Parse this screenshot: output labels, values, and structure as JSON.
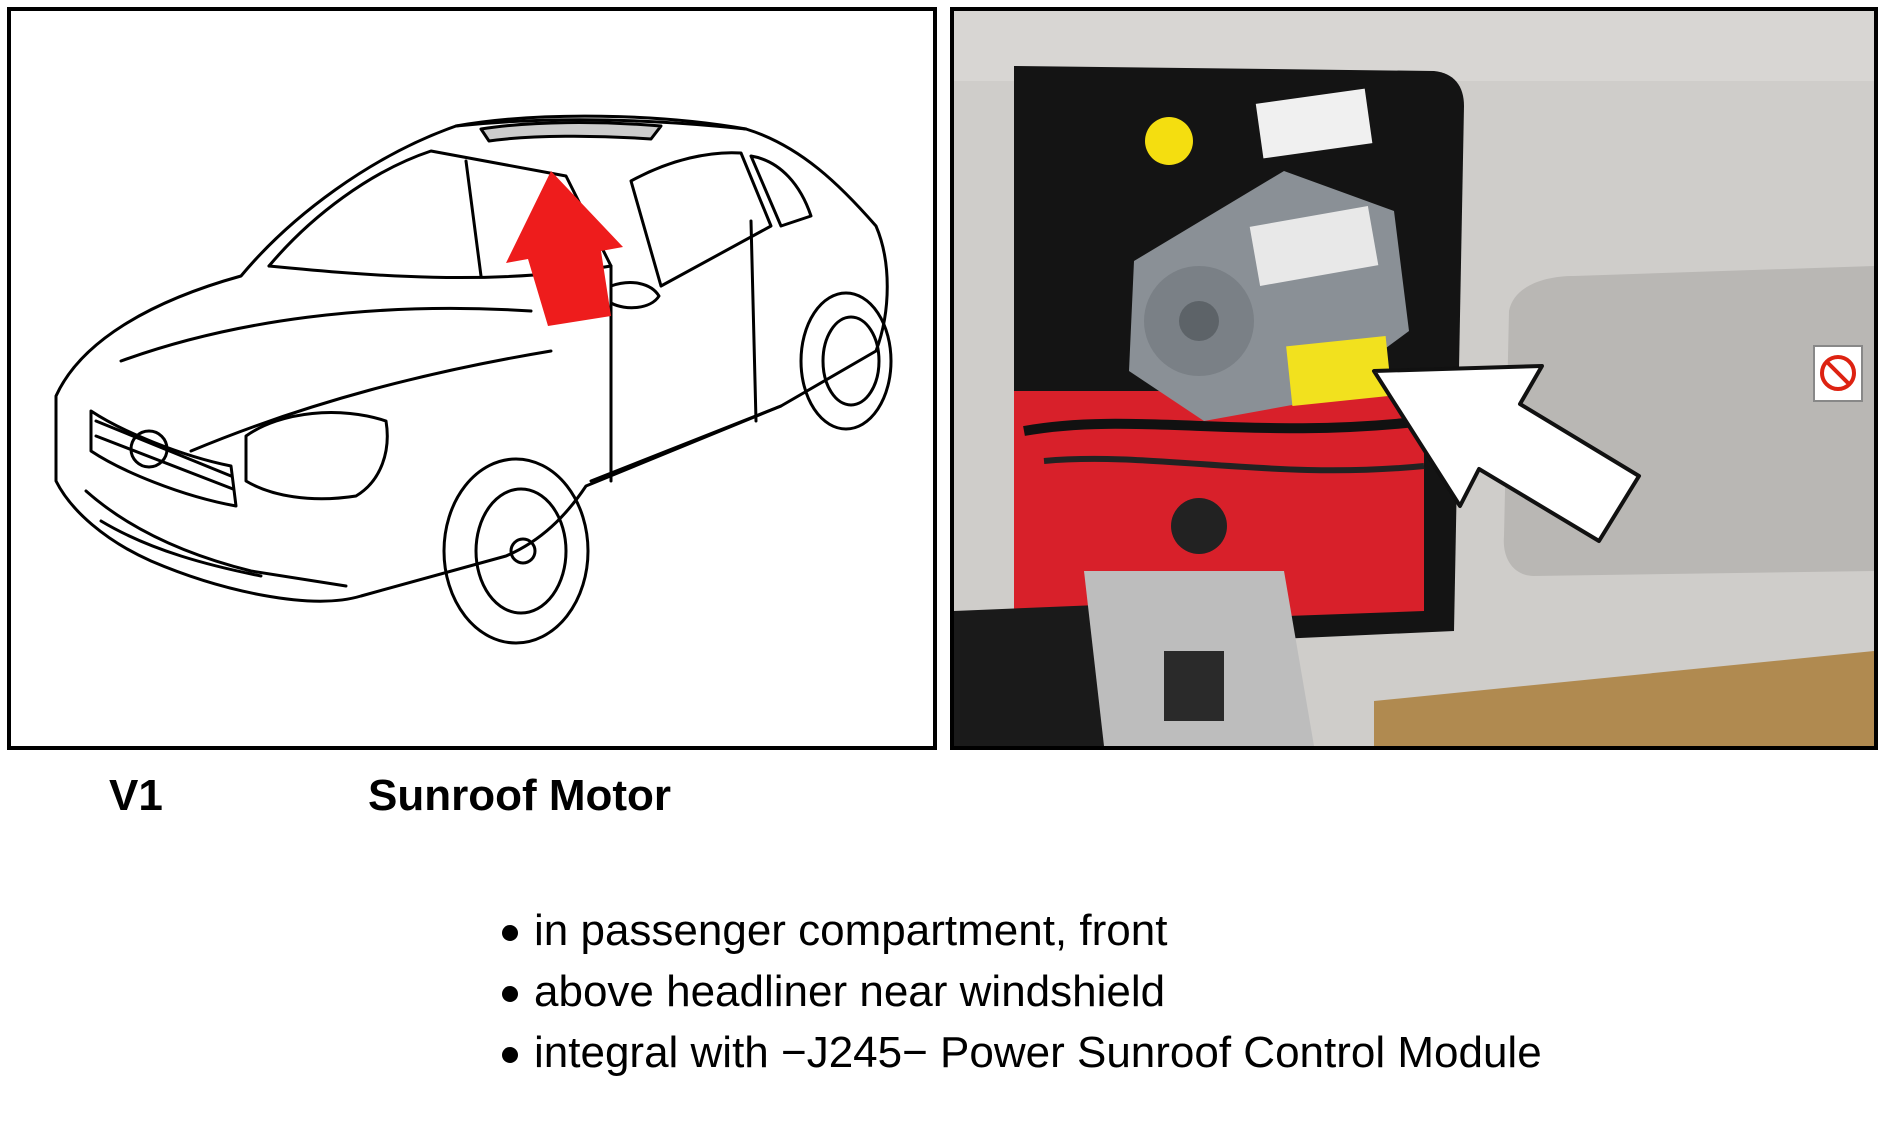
{
  "component": {
    "id": "V1",
    "name": "Sunroof Motor"
  },
  "location_notes": [
    "in passenger compartment, front",
    "above headliner near windshield",
    "integral with −J245− Power Sunroof Control Module"
  ],
  "colors": {
    "locator_arrow": "#ee1c1c",
    "motor_label": "#f2e11e",
    "red_panel": "#d8202a",
    "headliner": "#cfcdca"
  }
}
